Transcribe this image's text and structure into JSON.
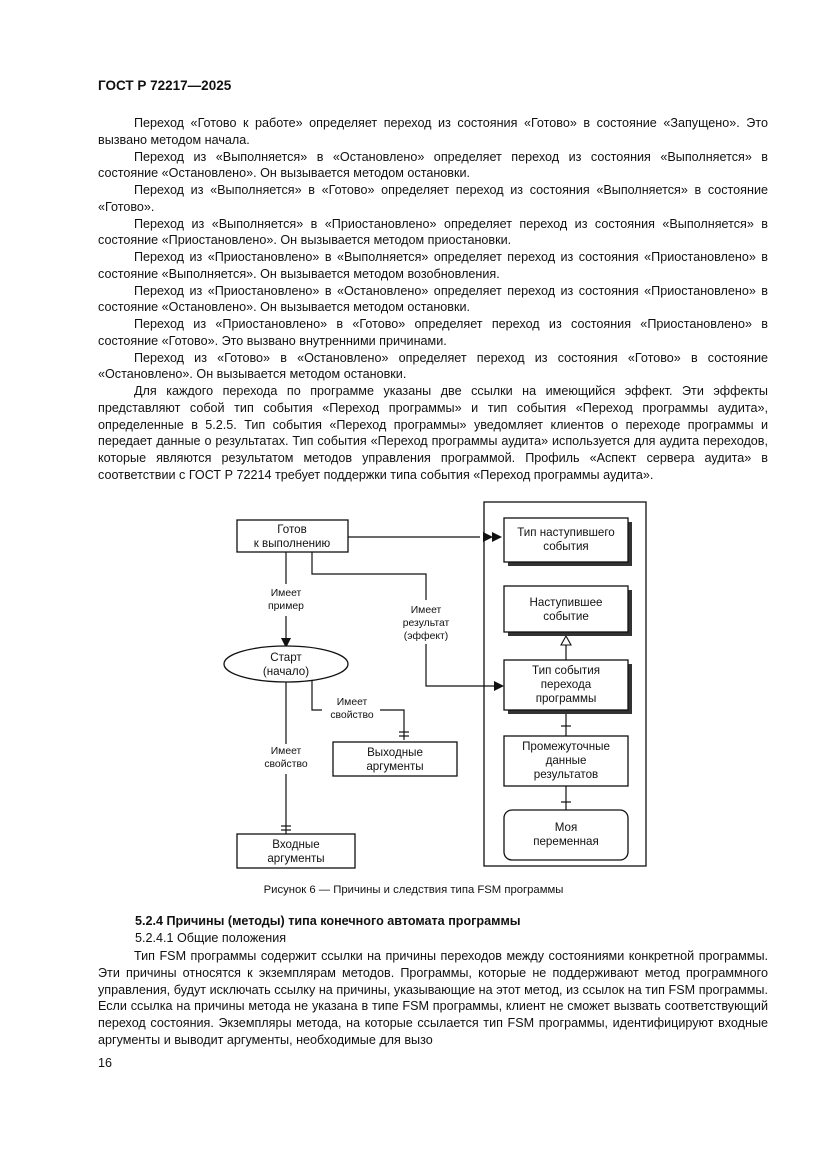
{
  "header": {
    "doc_id": "ГОСТ Р 72217—2025"
  },
  "top_paragraphs": [
    "Переход «Готово к работе» определяет переход из состояния «Готово» в состояние «Запущено». Это вызвано методом начала.",
    "Переход из «Выполняется» в «Остановлено» определяет переход из состояния «Выполняется» в состояние «Остановлено». Он вызывается методом остановки.",
    "Переход из «Выполняется» в «Готово» определяет переход из состояния «Выполняется» в состояние «Готово».",
    "Переход из «Выполняется» в «Приостановлено» определяет переход из состояния «Выполняет­ся» в состояние «Приостановлено». Он вызывается методом приостановки.",
    "Переход из «Приостановлено» в «Выполняется» определяет переход из состояния «Приостанов­лено» в состояние «Выполняется». Он вызывается методом возобновления.",
    "Переход из «Приостановлено» в «Остановлено» определяет переход из состояния «Приостанов­лено» в состояние «Остановлено». Он вызывается методом остановки.",
    "Переход из «Приостановлено» в «Готово» определяет переход из состояния «Приостановлено» в состояние «Готово». Это вызвано внутренними причинами.",
    "Переход из «Готово» в «Остановлено» определяет переход из состояния «Готово» в состояние «Остановлено». Он вызывается методом остановки.",
    "Для каждого перехода по программе указаны две ссылки на имеющийся эффект. Эти эффекты представляют собой тип события «Переход программы» и тип события «Переход программы аудита», определенные в 5.2.5. Тип события «Переход программы» уведомляет клиентов о переходе программы и передает данные о результатах. Тип события «Переход программы аудита» используется для аудита переходов, которые являются результатом методов управления программой. Профиль «Аспект сервера аудита» в соответствии с ГОСТ Р 72214 требует поддержки типа события «Переход программы аудита»."
  ],
  "figure": {
    "ready_box": [
      "Готов",
      "к выполнению"
    ],
    "has_instance": [
      "Имеет",
      "пример"
    ],
    "has_result": [
      "Имеет",
      "результат",
      "(эффект)"
    ],
    "start": [
      "Старт",
      "(начало)"
    ],
    "has_property_1": [
      "Имеет",
      "свойство"
    ],
    "has_property_2": [
      "Имеет",
      "свойство"
    ],
    "output_args": [
      "Выходные",
      "аргументы"
    ],
    "input_args": [
      "Входные",
      "аргументы"
    ],
    "event_type_occurred": [
      "Тип наступившего",
      "события"
    ],
    "event_occurred": [
      "Наступившее",
      "событие"
    ],
    "program_transition_event_type": [
      "Тип события",
      "перехода",
      "программы"
    ],
    "intermediate_results": [
      "Промежуточные",
      "данные",
      "результатов"
    ],
    "my_variable": [
      "Моя",
      "переменная"
    ]
  },
  "caption": "Рисунок 6 — Причины и следствия типа FSM программы",
  "section": {
    "title": "5.2.4  Причины (методы) типа конечного автомата программы",
    "subsection": "5.2.4.1  Общие положения"
  },
  "bottom_paragraph": "Тип FSM программы содержит ссылки на причины переходов между состояниями конкретной про­граммы. Эти причины относятся к экземплярам методов. Программы, которые не поддерживают метод программного управления, будут исключать ссылку на причины, указывающие на этот метод, из ссылок на тип FSM программы. Если ссылка на причины метода не указана в типе FSM программы, клиент не сможет вызвать соответствующий переход состояния. Экземпляры метода, на которые ссылается тип FSM программы, идентифицируют входные аргументы и выводит аргументы, необходимые для вызо­",
  "page_number": "16"
}
